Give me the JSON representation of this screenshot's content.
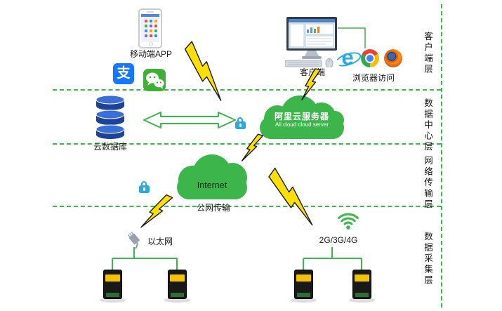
{
  "diagram": {
    "labels": {
      "mobile_app": "移动端APP",
      "client": "客户端",
      "browser_access": "浏览器访问",
      "cloud_database": "云数据库",
      "ali_cloud_cn": "阿里云服务器",
      "ali_cloud_en": "Ali cloud cloud server",
      "internet": "Internet",
      "public_network": "公网传输",
      "ethernet": "以太网",
      "cellular": "2G/3G/4G",
      "alipay_glyph": "支",
      "ie_glyph": "e"
    },
    "layers": [
      {
        "id": "client-layer",
        "label": "客户端层"
      },
      {
        "id": "data-center-layer",
        "label": "数据中心层"
      },
      {
        "id": "network-transport-layer",
        "label": "网络传输层"
      },
      {
        "id": "data-acquisition-layer",
        "label": "数据采集层"
      }
    ],
    "colors": {
      "accent_green": "#3cb54a",
      "bolt_yellow": "#ffdf00",
      "lock_blue": "#2aa9dc",
      "alipay_blue": "#1677ff",
      "wechat_green": "#3eb134",
      "database_blue": "#1d4396",
      "device_black": "#191919",
      "device_label_yellow": "#f2c500"
    },
    "icons": [
      "smartphone-icon",
      "alipay-icon",
      "wechat-icon",
      "desktop-computer-icon",
      "ie-icon",
      "chrome-icon",
      "firefox-icon",
      "database-icon",
      "sync-arrow-icon",
      "ali-cloud-icon",
      "internet-cloud-icon",
      "padlock-icon",
      "lightning-bolt-icon",
      "ethernet-plug-icon",
      "wifi-signal-icon",
      "rtu-device-icon"
    ]
  }
}
